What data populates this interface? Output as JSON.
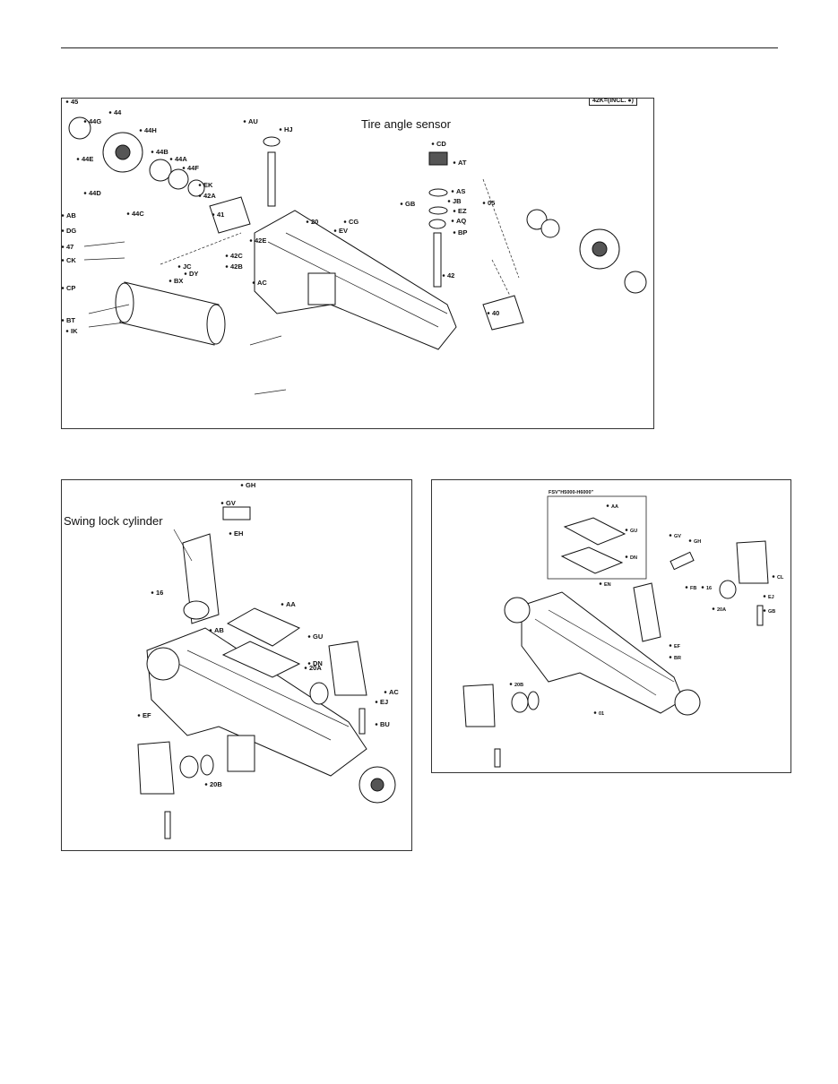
{
  "top_panel": {
    "note_box": "42K=(INCL. ●)",
    "sensor_caption": "Tire angle sensor",
    "labels": [
      "45",
      "44G",
      "44",
      "44H",
      "44E",
      "44B",
      "44A",
      "44F",
      "44D",
      "44C",
      "EK",
      "42A",
      "41",
      "AB",
      "DG",
      "47",
      "CK",
      "CP",
      "BT",
      "IK",
      "BX",
      "JC",
      "DY",
      "AC",
      "42E",
      "42C",
      "42B",
      "AU",
      "HJ",
      "20",
      "CG",
      "EV",
      "42",
      "CD",
      "AT",
      "AS",
      "JB",
      "GB",
      "EZ",
      "AQ",
      "BP",
      "05",
      "40"
    ]
  },
  "bottom_left_panel": {
    "caption": "Swing lock cylinder",
    "labels": [
      "GH",
      "GV",
      "EH",
      "16",
      "AA",
      "GU",
      "AB",
      "DN",
      "20A",
      "AC",
      "EJ",
      "BU",
      "EF",
      "20B"
    ]
  },
  "bottom_right_panel": {
    "inset_title": "FSV\"H5000-H6000\"",
    "labels": [
      "AA",
      "GU",
      "DN",
      "GV",
      "GH",
      "EN",
      "FB",
      "16",
      "EJ",
      "GB",
      "CL",
      "20A",
      "20B",
      "EF",
      "BR",
      "01"
    ]
  },
  "colors": {
    "line": "#222222",
    "background": "#ffffff"
  }
}
